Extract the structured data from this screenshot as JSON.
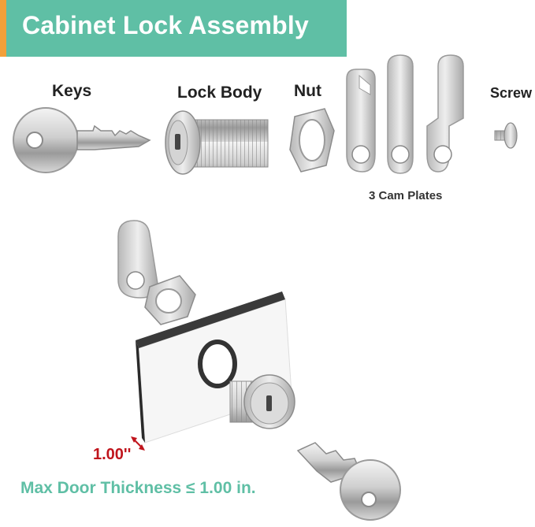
{
  "banner": {
    "title": "Cabinet Lock Assembly"
  },
  "parts": {
    "keys": "Keys",
    "lock_body": "Lock Body",
    "nut": "Nut",
    "screw": "Screw",
    "cam_plates": "3 Cam Plates"
  },
  "diagram": {
    "thickness": "1.00''",
    "max_door": "Max Door Thickness ≤ 1.00 in."
  },
  "colors": {
    "banner": "#5fbfa5",
    "accent_edge": "#f2a03a",
    "thickness_label": "#c0141c",
    "max_door_label": "#5fbfa5"
  }
}
